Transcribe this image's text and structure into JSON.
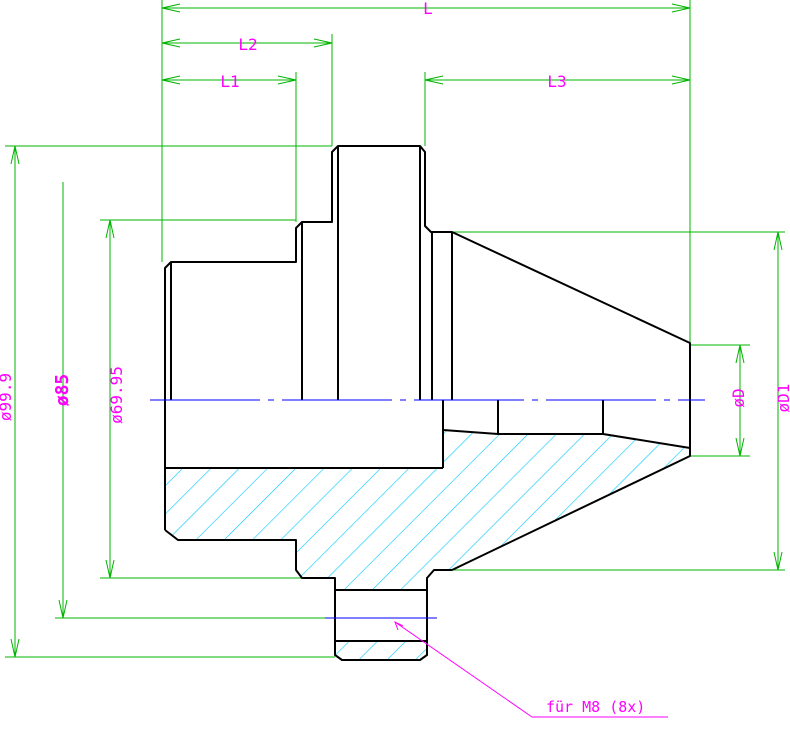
{
  "labels": {
    "L": "L",
    "L1": "L1",
    "L2": "L2",
    "L3": "L3",
    "dia_99_9": "ø99.9",
    "dia_85": "ø85",
    "dia_69_95": "ø69.95",
    "dia_D": "øD",
    "dia_D1": "øD1",
    "note": "für M8 (8x)"
  },
  "colors": {
    "outline": "#000000",
    "dimension": "#00b400",
    "text": "#ff00ff",
    "hatch": "#00c8ff",
    "centerline": "#0000ff"
  }
}
